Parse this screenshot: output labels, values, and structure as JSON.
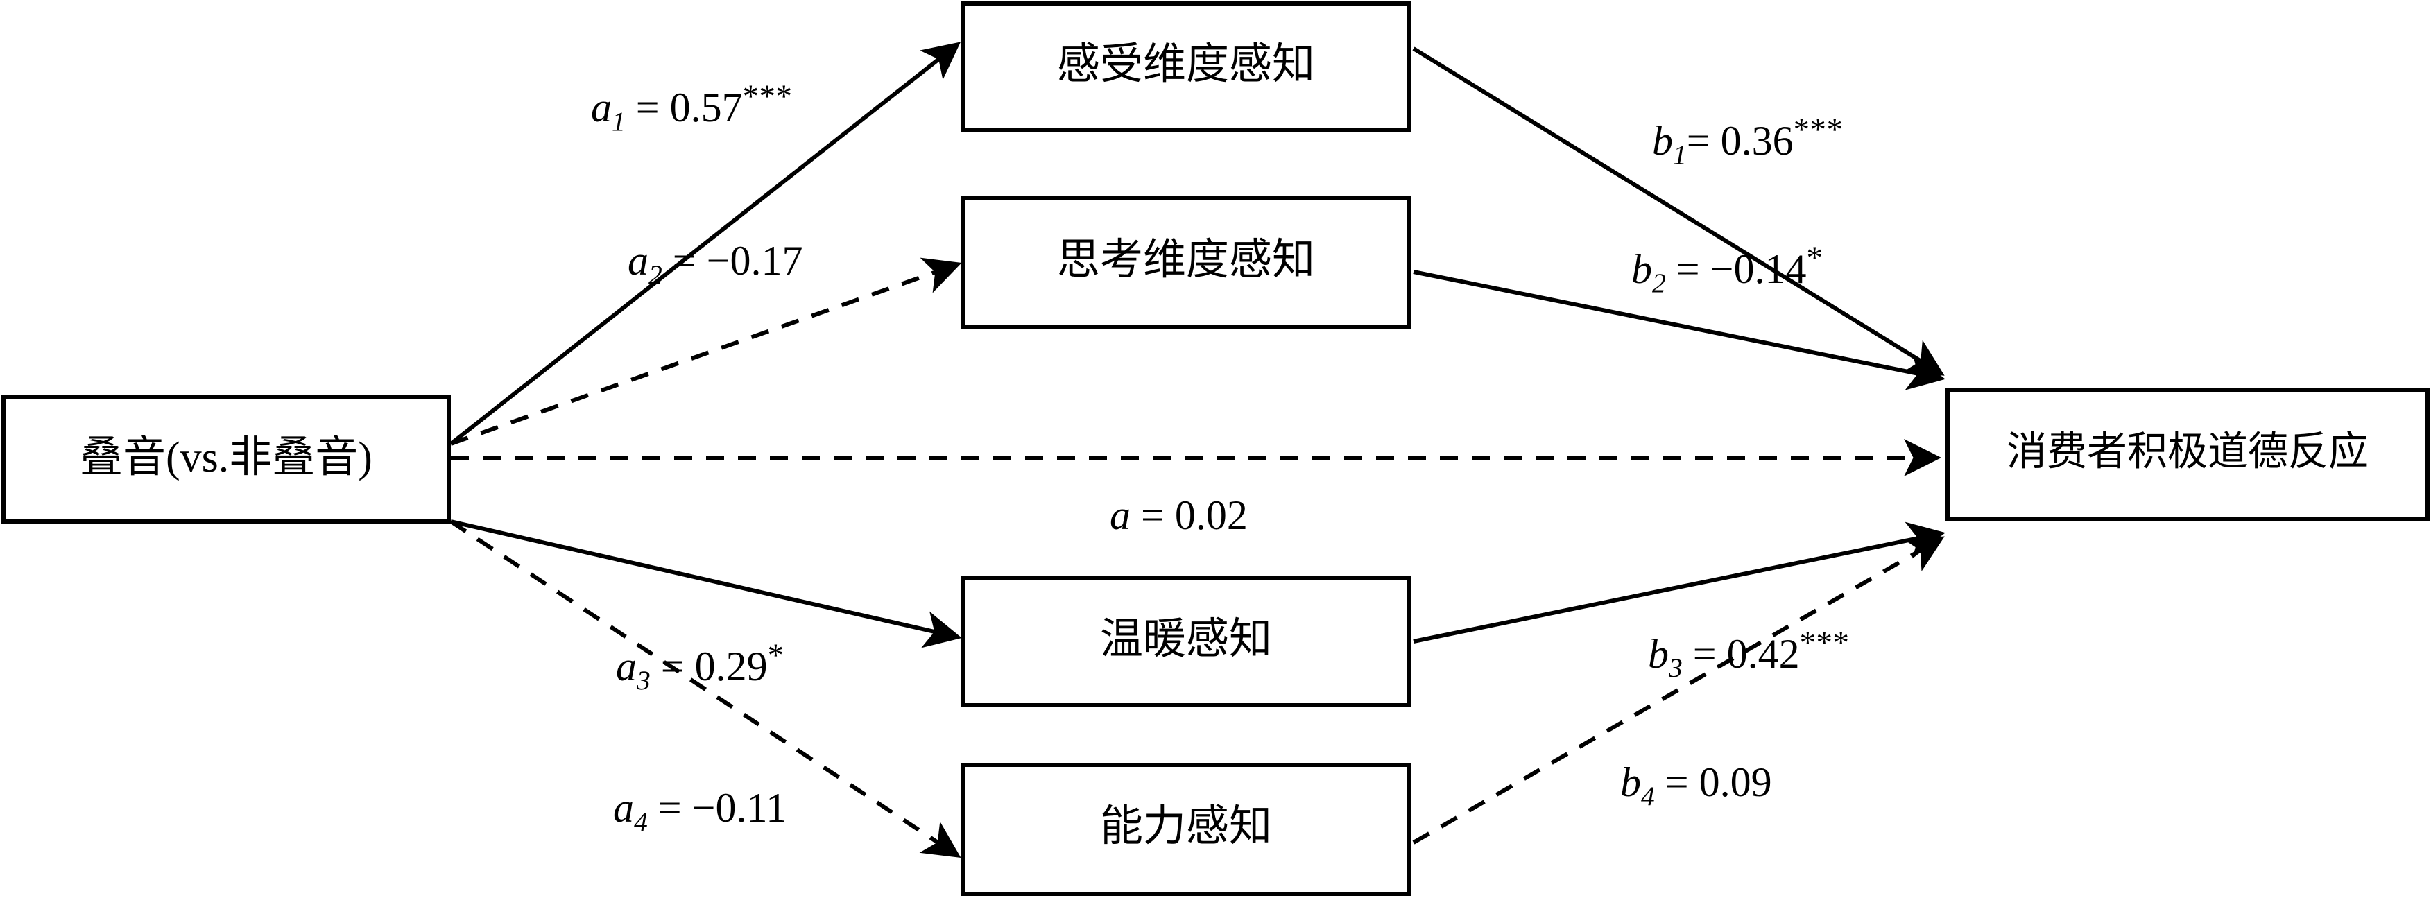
{
  "figure": {
    "type": "path-diagram",
    "background": "#ffffff",
    "line_color": "#000000"
  },
  "nodes": {
    "predictor": {
      "label": "叠音(vs.非叠音)"
    },
    "mediator1": {
      "label": "感受维度感知"
    },
    "mediator2": {
      "label": "思考维度感知"
    },
    "mediator3": {
      "label": "温暖感知"
    },
    "mediator4": {
      "label": "能力感知"
    },
    "outcome": {
      "label": "消费者积极道德反应"
    }
  },
  "paths": [
    {
      "id": "a1",
      "symbol": "a",
      "subscript": "1",
      "eq": " = ",
      "value": "0.57",
      "stars": "***",
      "style": "solid",
      "from": "predictor",
      "to": "mediator1"
    },
    {
      "id": "a2",
      "symbol": "a",
      "subscript": "2",
      "eq": " = ",
      "value": "−0.17",
      "stars": "",
      "style": "dashed",
      "from": "predictor",
      "to": "mediator2"
    },
    {
      "id": "a3",
      "symbol": "a",
      "subscript": "3",
      "eq": " = ",
      "value": "0.29",
      "stars": "*",
      "style": "solid",
      "from": "predictor",
      "to": "mediator3"
    },
    {
      "id": "a4",
      "symbol": "a",
      "subscript": "4",
      "eq": " = ",
      "value": "−0.11",
      "stars": "",
      "style": "dashed",
      "from": "predictor",
      "to": "mediator4"
    },
    {
      "id": "b1",
      "symbol": "b",
      "subscript": "1",
      "eq": "= ",
      "value": "0.36",
      "stars": "***",
      "style": "solid",
      "from": "mediator1",
      "to": "outcome"
    },
    {
      "id": "b2",
      "symbol": "b",
      "subscript": "2",
      "eq": " = ",
      "value": "−0.14",
      "stars": "*",
      "style": "solid",
      "from": "mediator2",
      "to": "outcome"
    },
    {
      "id": "b3",
      "symbol": "b",
      "subscript": "3",
      "eq": " = ",
      "value": "0.42",
      "stars": "***",
      "style": "solid",
      "from": "mediator3",
      "to": "outcome"
    },
    {
      "id": "b4",
      "symbol": "b",
      "subscript": "4",
      "eq": " = ",
      "value": "0.09",
      "stars": "",
      "style": "dashed",
      "from": "mediator4",
      "to": "outcome"
    },
    {
      "id": "a_direct",
      "symbol": "a",
      "subscript": "",
      "eq": " = ",
      "value": "0.02",
      "stars": "",
      "style": "dashed",
      "from": "predictor",
      "to": "outcome"
    }
  ],
  "chart_data": {
    "type": "diagram",
    "title": "",
    "nodes": [
      "叠音(vs.非叠音)",
      "感受维度感知",
      "思考维度感知",
      "温暖感知",
      "能力感知",
      "消费者积极道德反应"
    ],
    "edges": [
      {
        "label": "a1",
        "value": 0.57,
        "significance": "***",
        "line": "solid"
      },
      {
        "label": "a2",
        "value": -0.17,
        "significance": "",
        "line": "dashed"
      },
      {
        "label": "a3",
        "value": 0.29,
        "significance": "*",
        "line": "solid"
      },
      {
        "label": "a4",
        "value": -0.11,
        "significance": "",
        "line": "dashed"
      },
      {
        "label": "b1",
        "value": 0.36,
        "significance": "***",
        "line": "solid"
      },
      {
        "label": "b2",
        "value": -0.14,
        "significance": "*",
        "line": "solid"
      },
      {
        "label": "b3",
        "value": 0.42,
        "significance": "***",
        "line": "solid"
      },
      {
        "label": "b4",
        "value": 0.09,
        "significance": "",
        "line": "dashed"
      },
      {
        "label": "a",
        "value": 0.02,
        "significance": "",
        "line": "dashed"
      }
    ]
  }
}
